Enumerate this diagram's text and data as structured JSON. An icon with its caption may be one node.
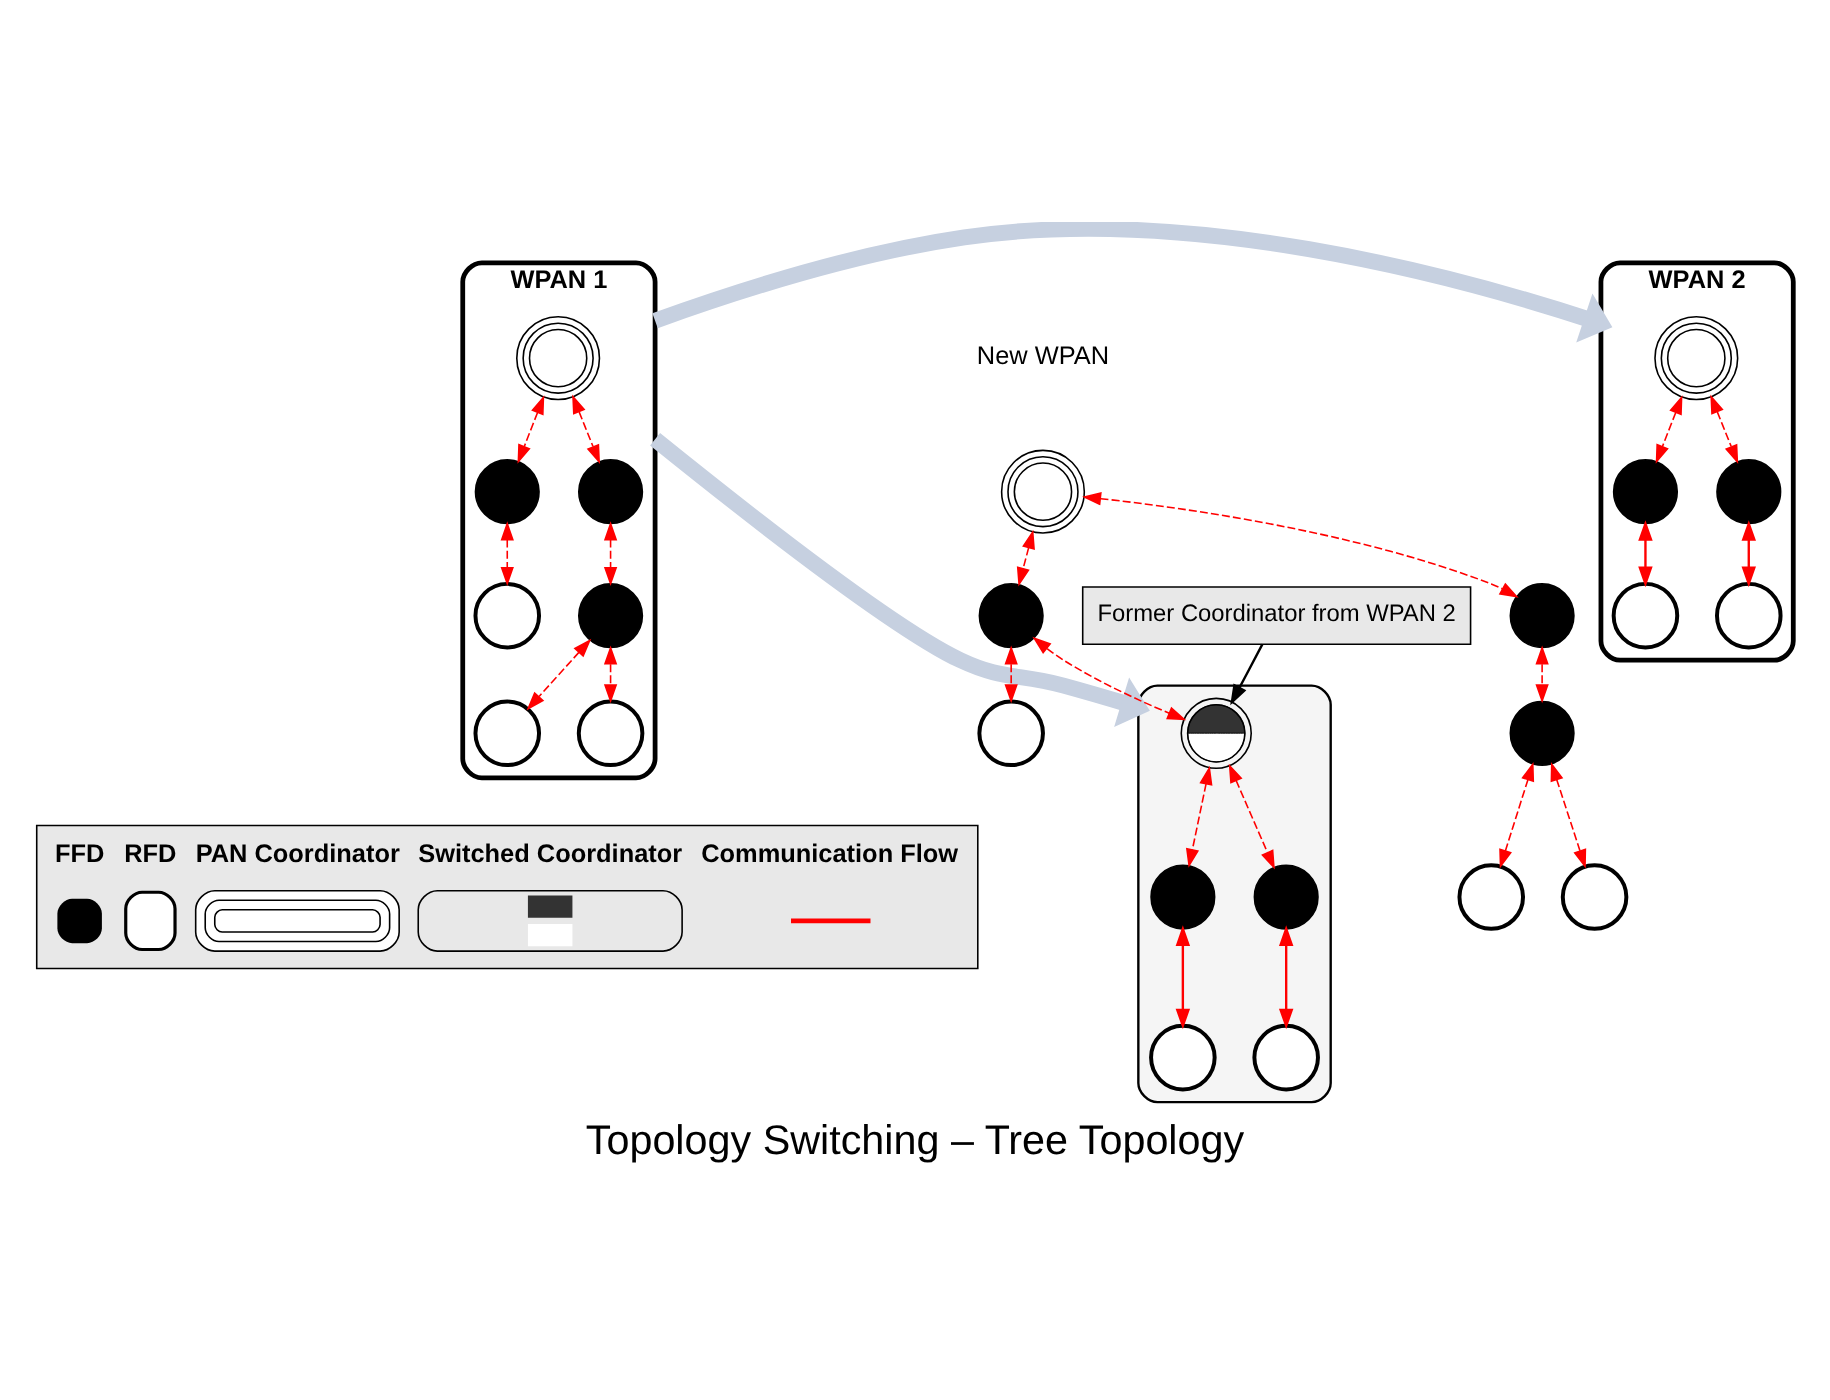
{
  "diagram": {
    "title": "Topology Switching – Tree Topology",
    "nodes": [
      {
        "text": [
          "WPAN 2"
        ]
      },
      {
        "text": [],
        "shape": "circle",
        "in": 0
      },
      {
        "text": [],
        "shape": "circle",
        "in": 0
      },
      {
        "text": [],
        "shape": "circle",
        "in": 0
      },
      {
        "text": [],
        "shape": "circle",
        "in": 0
      },
      {
        "text": [],
        "shape": "circle",
        "in": 0
      },
      {
        "text": [
          "WPAN 1"
        ]
      },
      {
        "text": [],
        "shape": "circle",
        "in": 6
      },
      {
        "text": [],
        "shape": "circle",
        "in": 6
      },
      {
        "text": [],
        "shape": "circle",
        "in": 6
      },
      {
        "text": [],
        "shape": "circle",
        "in": 6
      },
      {
        "text": [],
        "shape": "circle",
        "in": 6
      },
      {
        "text": [],
        "shape": "circle",
        "in": 6
      },
      {
        "text": [],
        "shape": "circle",
        "in": 6
      },
      {
        "text": [],
        "shape": "circle"
      },
      {
        "text": [],
        "shape": "circle"
      },
      {
        "text": [],
        "shape": "circle"
      },
      {
        "text": [],
        "shape": "box"
      },
      {
        "text": [],
        "shape": "circle",
        "in": 17
      },
      {
        "text": [],
        "shape": "circle"
      },
      {
        "text": [],
        "shape": "circle"
      },
      {
        "text": [],
        "shape": "circle",
        "in": 17
      },
      {
        "text": [],
        "shape": "circle",
        "in": 17
      },
      {
        "text": [],
        "shape": "circle",
        "in": 17
      },
      {
        "text": [],
        "shape": "circle",
        "in": 17
      },
      {
        "text": [],
        "shape": "circle"
      },
      {
        "text": [],
        "shape": "circle"
      },
      {
        "text": [
          "Former Coordinator from WPAN 2"
        ]
      }
    ],
    "edges": [
      {
        "from": 1,
        "to": 2,
        "arrow": "both",
        "style": "dashed"
      },
      {
        "from": 1,
        "to": 4,
        "arrow": "both",
        "style": "dashed"
      },
      {
        "from": 2,
        "to": 3,
        "arrow": "both"
      },
      {
        "from": 4,
        "to": 5,
        "arrow": "both"
      },
      {
        "from": 7,
        "to": 8,
        "arrow": "both",
        "style": "dashed"
      },
      {
        "from": 7,
        "to": 9,
        "arrow": "both",
        "style": "dashed"
      },
      {
        "from": 8,
        "to": 10,
        "arrow": "both",
        "style": "dashed"
      },
      {
        "from": 9,
        "to": 11,
        "arrow": "both",
        "style": "dashed"
      },
      {
        "from": 11,
        "to": 12,
        "arrow": "both",
        "style": "dashed"
      },
      {
        "from": 11,
        "to": 13,
        "arrow": "both",
        "style": "dashed"
      },
      {
        "from": 14,
        "to": 15,
        "arrow": "both",
        "style": "dashed"
      },
      {
        "from": 14,
        "to": 16,
        "arrow": "both",
        "style": "dashed"
      },
      {
        "from": 15,
        "to": 18,
        "arrow": "both",
        "style": "dashed"
      },
      {
        "from": 15,
        "to": 19,
        "arrow": "both",
        "style": "dashed"
      },
      {
        "from": 16,
        "to": 20,
        "arrow": "both",
        "style": "dashed"
      },
      {
        "from": 18,
        "to": 21,
        "arrow": "both",
        "style": "dashed"
      },
      {
        "from": 18,
        "to": 22,
        "arrow": "both",
        "style": "dashed"
      },
      {
        "from": 21,
        "to": 23,
        "arrow": "both"
      },
      {
        "from": 22,
        "to": 24,
        "arrow": "both"
      },
      {
        "from": 20,
        "to": 25,
        "arrow": "both",
        "style": "dashed"
      },
      {
        "from": 20,
        "to": 26,
        "arrow": "both",
        "style": "dashed"
      },
      {
        "from": 27,
        "to": 18,
        "arrow": "to",
        "color": "#000000"
      },
      {
        "from": 6,
        "to": 0,
        "arrow": "to",
        "style": "thick",
        "color": "#c6d0e0"
      },
      {
        "from": 6,
        "to": 17,
        "arrow": "to",
        "style": "thick",
        "color": "#c6d0e0"
      }
    ],
    "labels": [
      "New WPAN"
    ],
    "legend": [
      {
        "text": "FFD"
      },
      {
        "text": "RFD"
      },
      {
        "text": "PAN Coordinator"
      },
      {
        "text": "Switched Coordinator"
      },
      {
        "text": "Communication Flow"
      }
    ]
  }
}
